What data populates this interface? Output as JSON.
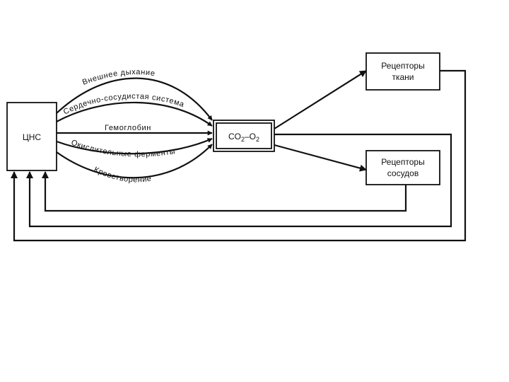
{
  "nodes": {
    "cns": "ЦНС",
    "gases": {
      "co2": "CO",
      "co2_sub": "2",
      "dash": "–O",
      "o2_sub": "2"
    },
    "tissue_receptors": {
      "line1": "Рецепторы",
      "line2": "ткани"
    },
    "vessel_receptors": {
      "line1": "Рецепторы",
      "line2": "сосудов"
    }
  },
  "pathways": {
    "external_breathing": "Внешнее дыхание",
    "cardiovascular_system": "Сердечно-сосудистая система",
    "hemoglobin": "Гемоглобин",
    "oxidative_enzymes": "Окислительные ферменты",
    "blood_formation": "Кроветворение"
  },
  "colors": {
    "line": "#111111",
    "background": "#ffffff"
  }
}
